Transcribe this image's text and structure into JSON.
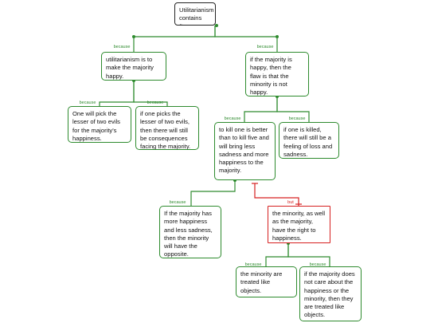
{
  "nodes": {
    "root": "Utilitarianism\ncontains flaws.",
    "n1": "utilitarianism is to\nmake the majority\nhappy.",
    "n2": "if the majority is\nhappy, then the\nflaw is that the\nminority is not\nhappy.",
    "n3": "One will pick the\nlesser of two evils\nfor the majority's\nhappiness.",
    "n4": "if one picks the\nlesser of two evils,\nthen there will still\nbe consequences\nfacing the majority.",
    "n5": "to kill one is better\nthan to kill five and\nwill bring less\nsadness and more\nhappiness to the\nmajority.",
    "n6": "if one is killed,\nthere will still be a\nfeeling of loss and\nsadness.",
    "n7": "If the majority has\nmore happiness\nand less sadness,\nthen the minority\nwill have the\nopposite.",
    "n8": "the minority, as well\nas the majority,\nhave the right to\nhappiness.",
    "n9": "the minority are\ntreated like\nobjects.",
    "n10": "if the majority does\nnot care about the\nhappiness or the\nminority, then they\nare treated like\nobjects."
  },
  "labels": {
    "because": "because",
    "but": "but"
  },
  "colors": {
    "support": "#2e8b2e",
    "objection": "#d62020",
    "root_border": "#222222"
  }
}
